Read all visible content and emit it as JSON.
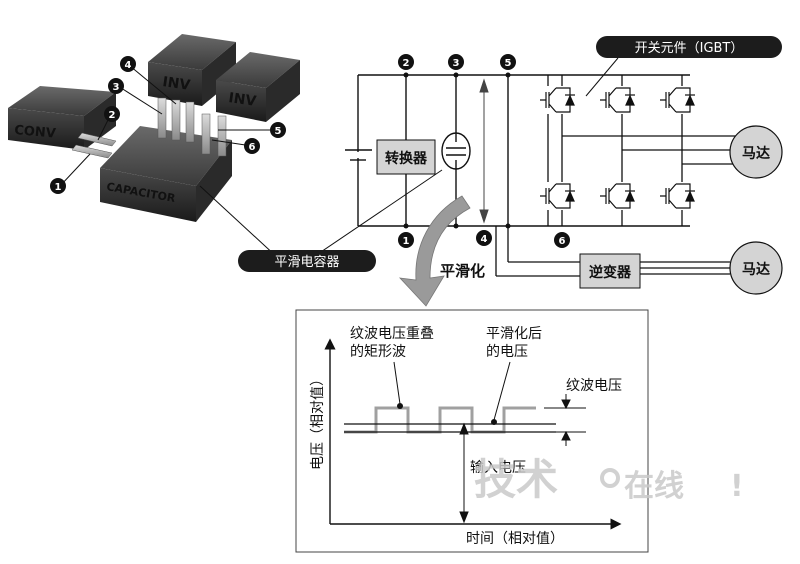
{
  "module_blocks": {
    "conv": "CONV",
    "capacitor": "CAPACITOR",
    "inv_1": "INV",
    "inv_2": "INV"
  },
  "markers": {
    "m1": "1",
    "m2": "2",
    "m3": "3",
    "m4": "4",
    "m5": "5",
    "m6": "6"
  },
  "callouts": {
    "igbt": "开关元件（IGBT）",
    "smoothing_capacitor": "平滑电容器"
  },
  "circuit": {
    "converter": "转换器",
    "inverter": "逆变器",
    "motor_1": "马达",
    "motor_2": "马达",
    "smoothing_arrow": "平滑化"
  },
  "waveform": {
    "ripple_rect_line1": "纹波电压重叠",
    "ripple_rect_line2": "的矩形波",
    "smoothed_line1": "平滑化后",
    "smoothed_line2": "的电压",
    "ripple_voltage": "纹波电压",
    "input_voltage": "输入电压",
    "y_axis": "电压（相对值）",
    "x_axis": "时间（相对值）"
  },
  "watermark": {
    "part1": "技术",
    "part2": "在线",
    "mark": "!"
  }
}
